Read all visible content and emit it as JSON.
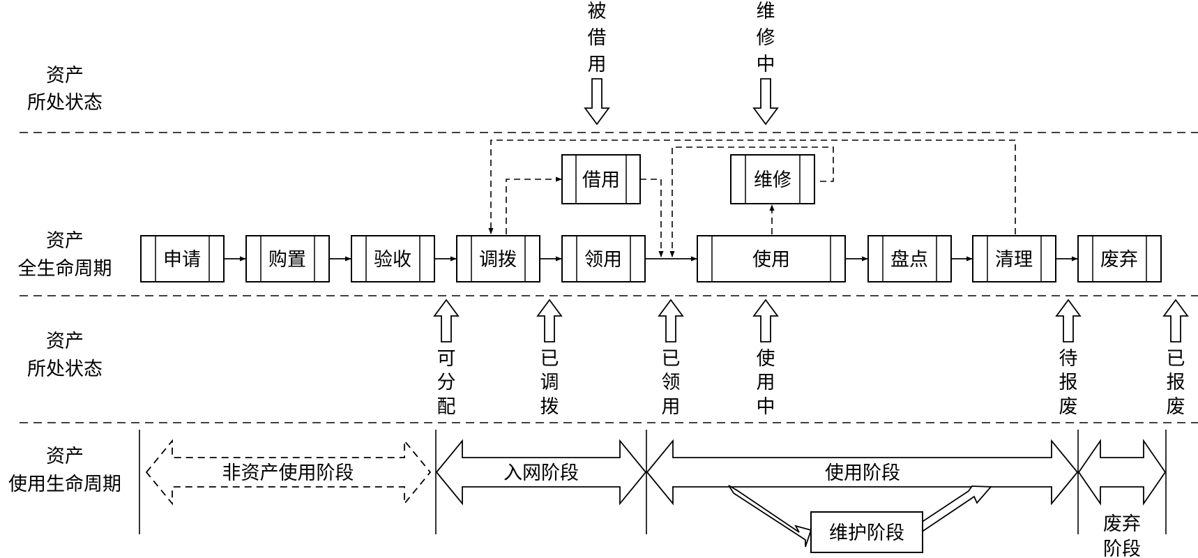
{
  "row_labels": {
    "top_state": [
      "资产",
      "所处状态"
    ],
    "full_lifecycle": [
      "资产",
      "全生命周期"
    ],
    "bottom_state": [
      "资产",
      "所处状态"
    ],
    "use_lifecycle": [
      "资产",
      "使用生命周期"
    ]
  },
  "process_steps": [
    "申请",
    "购置",
    "验收",
    "调拨",
    "领用",
    "使用",
    "盘点",
    "清理",
    "废弃"
  ],
  "side_steps": {
    "borrow": "借用",
    "repair": "维修"
  },
  "top_states": {
    "borrowed": "被借用",
    "under_repair": "维修中"
  },
  "bottom_states": {
    "allocatable": "可分配",
    "allocated": "已调拨",
    "received": "已领用",
    "in_use": "使用中",
    "pending_scrap": "待报废",
    "scrapped": "已报废"
  },
  "phases": {
    "non_use": "非资产使用阶段",
    "network_entry": "入网阶段",
    "use": "使用阶段",
    "maintenance": "维护阶段",
    "disposal": [
      "废弃",
      "阶段"
    ]
  }
}
